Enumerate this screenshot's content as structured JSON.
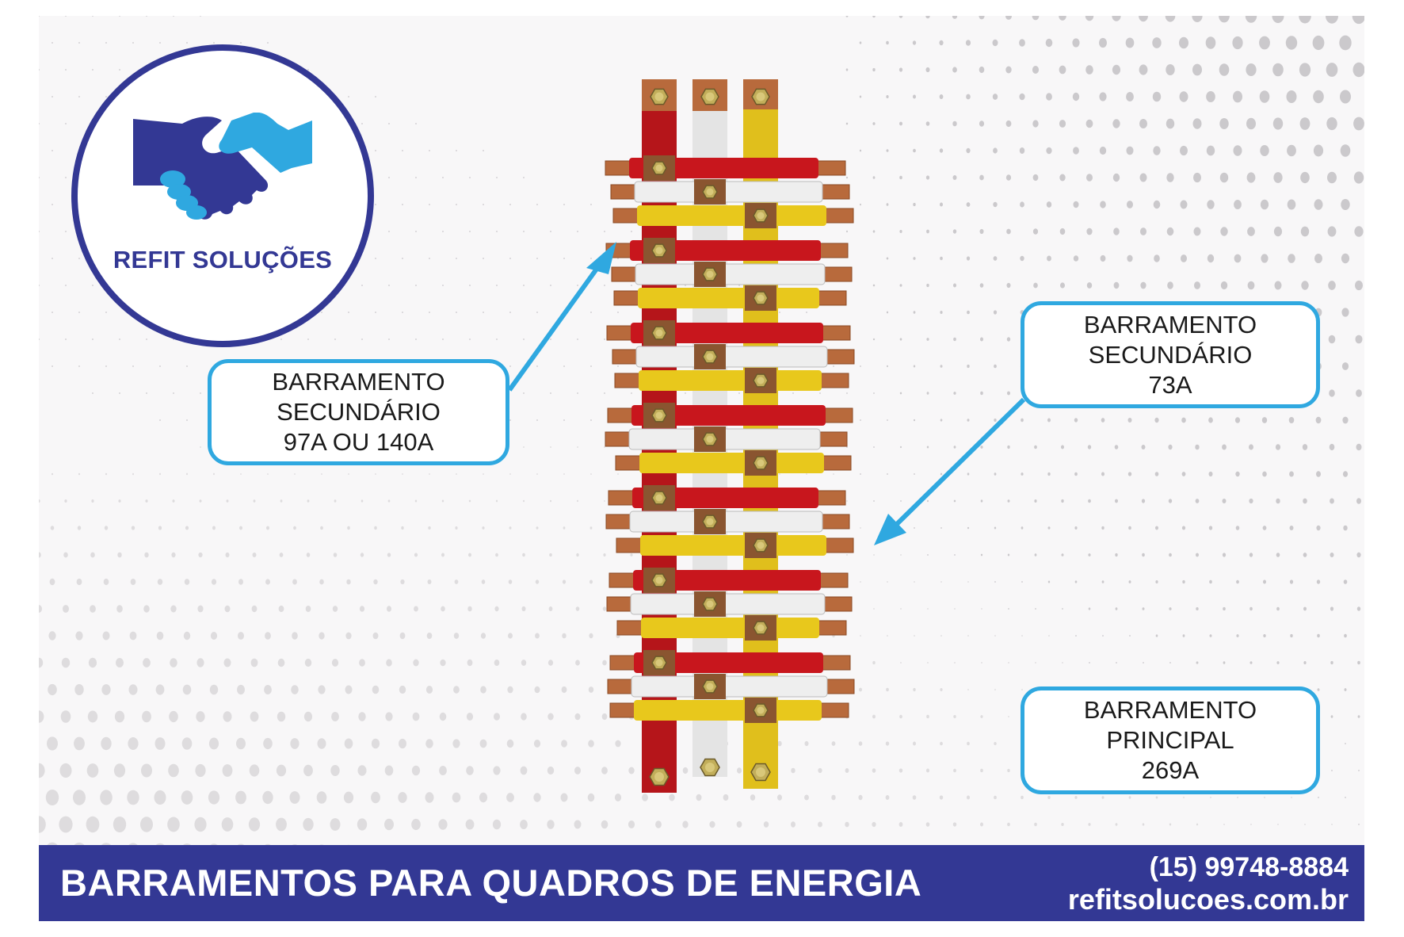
{
  "colors": {
    "navy": "#333894",
    "light_blue": "#2fa8e0",
    "background": "#f8f7f8",
    "dots": "#c8c6c9",
    "text_dark": "#1a1a1a",
    "bus_red": "#c8161d",
    "bus_white": "#eeeeee",
    "bus_yellow": "#e8c81c",
    "copper": "#b86a3c"
  },
  "logo": {
    "icon": "handshake-icon",
    "name": "REFIT SOLUÇÕES"
  },
  "callouts": [
    {
      "id": "secondary-left",
      "lines": [
        "BARRAMENTO",
        "SECUNDÁRIO",
        "97A OU 140A"
      ],
      "arrow": "points to top-left copper tab of busbar"
    },
    {
      "id": "secondary-right",
      "lines": [
        "BARRAMENTO",
        "SECUNDÁRIO",
        "73A"
      ],
      "arrow": "points to right-side copper tab of busbar"
    },
    {
      "id": "principal",
      "lines": [
        "BARRAMENTO",
        "PRINCIPAL",
        "269A"
      ]
    }
  ],
  "product": {
    "image_alt": "busbar-assembly-photo",
    "vertical_bars": [
      "red",
      "white",
      "yellow"
    ],
    "horizontal_rows": [
      "red",
      "white",
      "yellow",
      "red",
      "white",
      "yellow",
      "red",
      "white",
      "yellow",
      "red",
      "white",
      "yellow",
      "red",
      "white",
      "yellow",
      "red",
      "white",
      "yellow",
      "red",
      "white",
      "yellow"
    ]
  },
  "banner": {
    "title": "BARRAMENTOS PARA QUADROS DE ENERGIA",
    "phone": "(15) 99748-8884",
    "website": "refitsolucoes.com.br"
  }
}
